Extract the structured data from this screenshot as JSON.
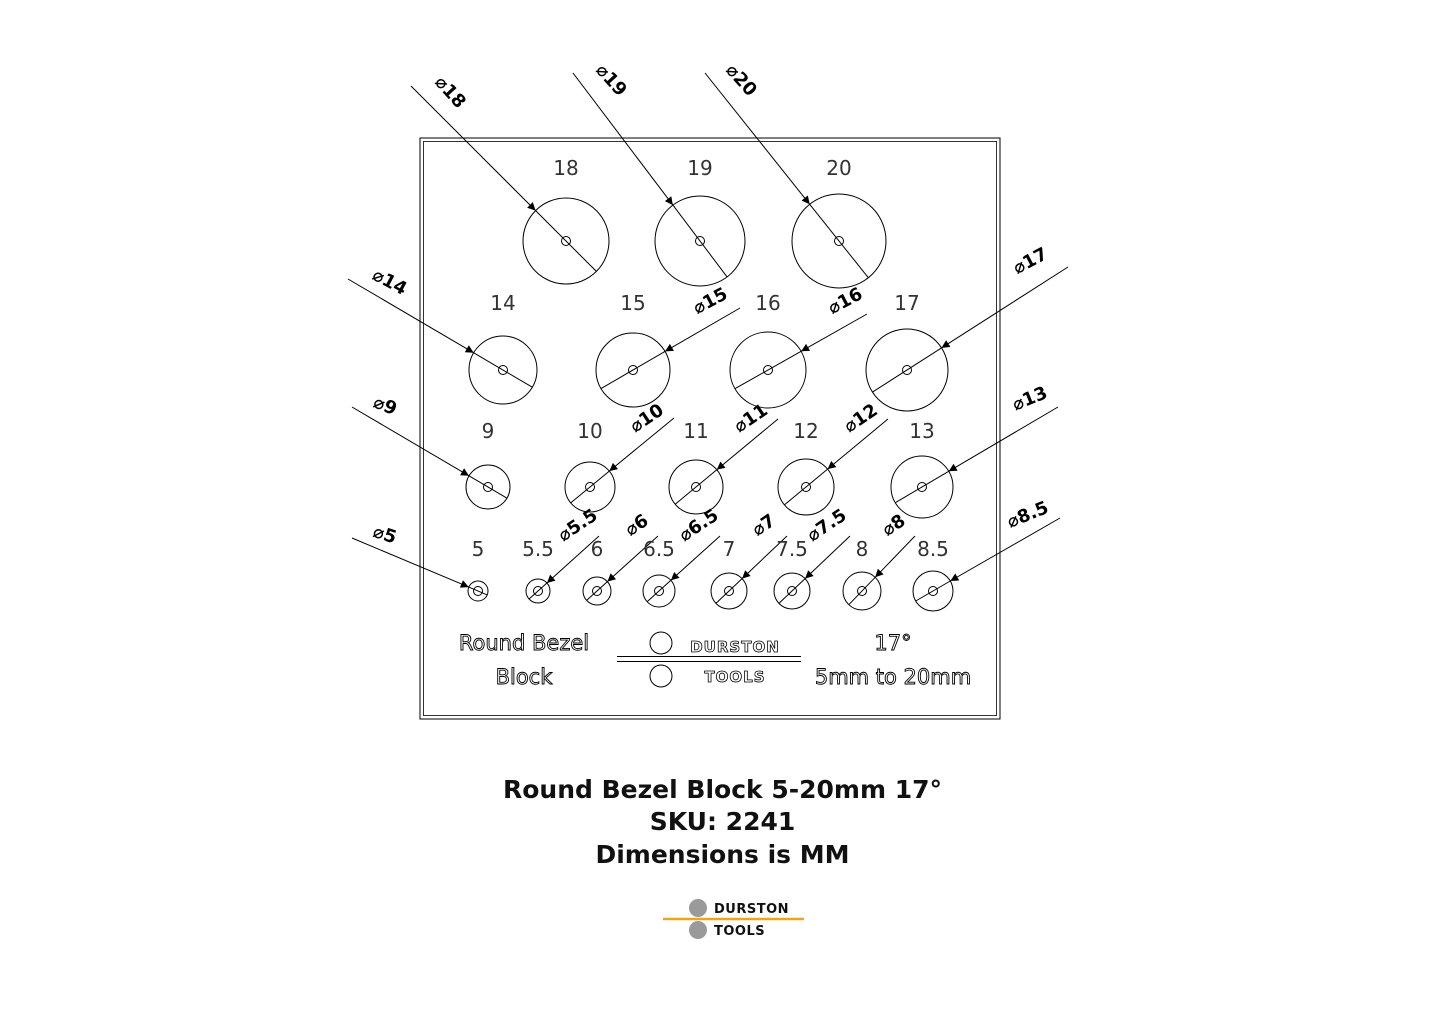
{
  "holes": [
    {
      "label": "18",
      "dim": "18"
    },
    {
      "label": "19",
      "dim": "19"
    },
    {
      "label": "20",
      "dim": "20"
    },
    {
      "label": "14",
      "dim": "14"
    },
    {
      "label": "15",
      "dim": "15"
    },
    {
      "label": "16",
      "dim": "16"
    },
    {
      "label": "17",
      "dim": "17"
    },
    {
      "label": "9",
      "dim": "9"
    },
    {
      "label": "10",
      "dim": "10"
    },
    {
      "label": "11",
      "dim": "11"
    },
    {
      "label": "12",
      "dim": "12"
    },
    {
      "label": "13",
      "dim": "13"
    },
    {
      "label": "5",
      "dim": "5"
    },
    {
      "label": "5.5",
      "dim": "5.5"
    },
    {
      "label": "6",
      "dim": "6"
    },
    {
      "label": "6.5",
      "dim": "6.5"
    },
    {
      "label": "7",
      "dim": "7"
    },
    {
      "label": "7.5",
      "dim": "7.5"
    },
    {
      "label": "8",
      "dim": "8"
    },
    {
      "label": "8.5",
      "dim": "8.5"
    }
  ],
  "diameter_symbol": "⌀",
  "block_engraving": {
    "name_line1": "Round Bezel",
    "name_line2": "Block",
    "logo_line1": "DURSTON",
    "logo_line2": "TOOLS",
    "angle": "17°",
    "range": "5mm to 20mm"
  },
  "caption": {
    "title": "Round Bezel Block 5-20mm 17°",
    "sku": "SKU: 2241",
    "units": "Dimensions is MM"
  },
  "footer_logo": {
    "line1": "DURSTON",
    "line2": "TOOLS",
    "accent_color": "#f2a31b",
    "dot_color": "#9a9a9a"
  }
}
